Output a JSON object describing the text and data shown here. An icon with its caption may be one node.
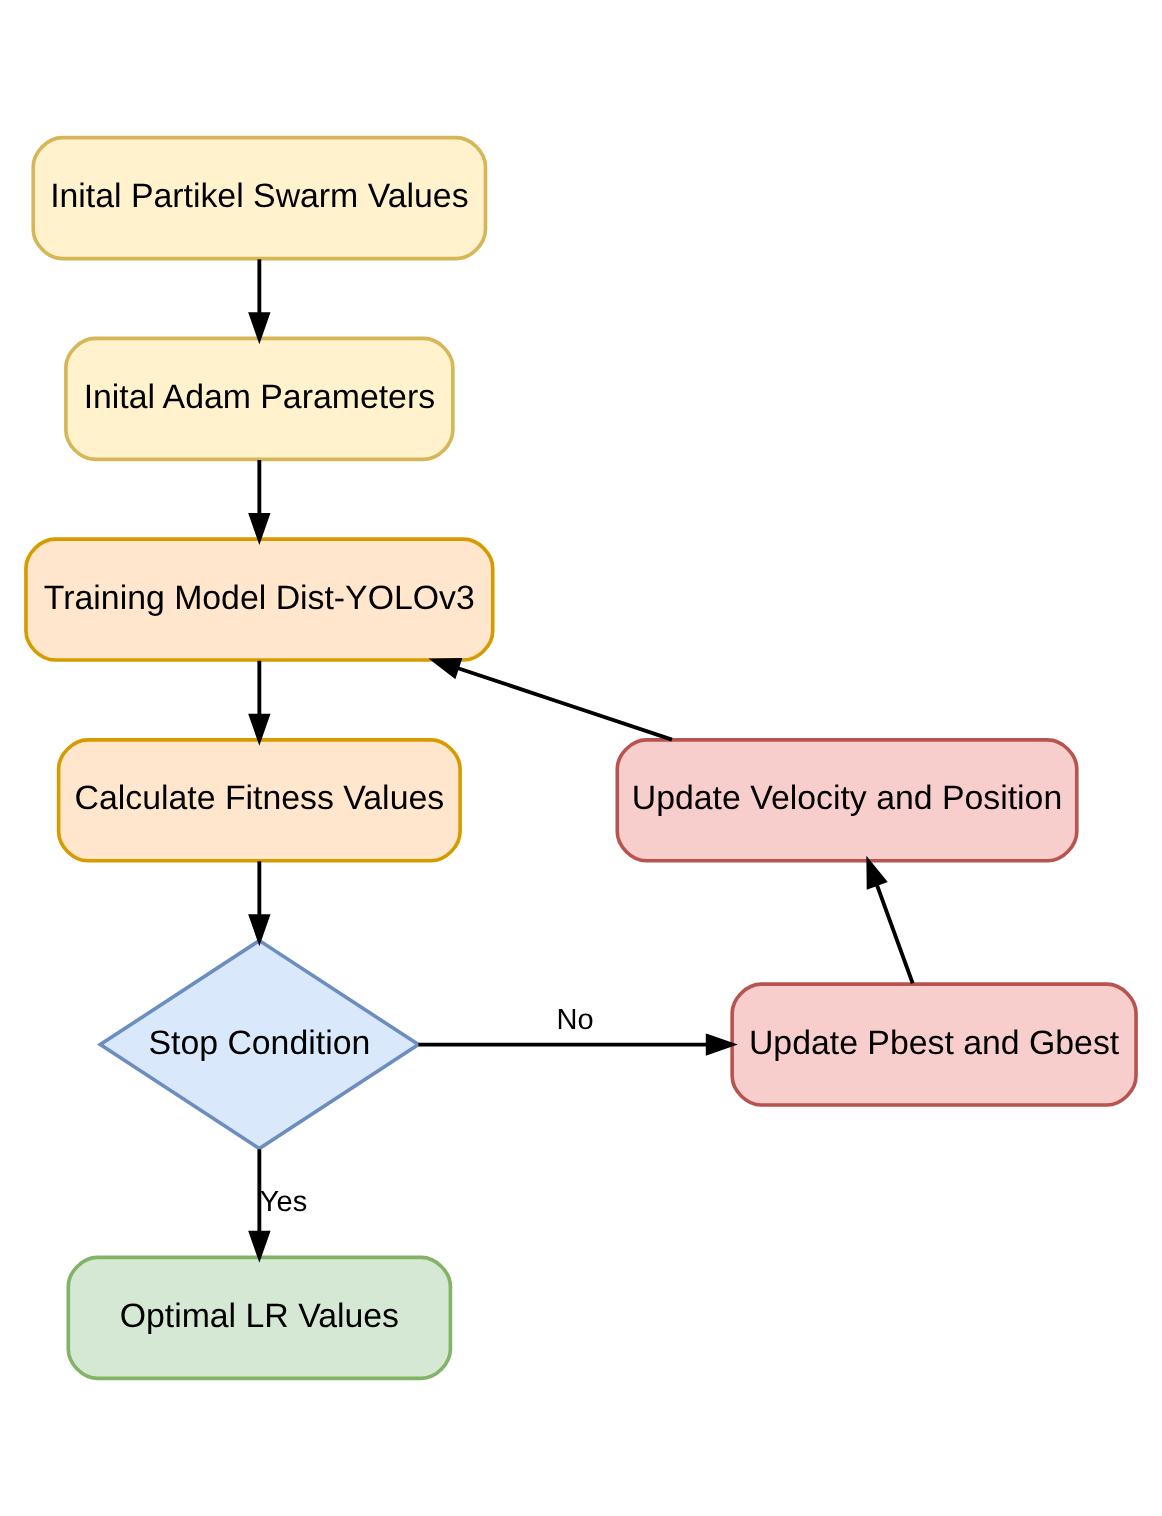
{
  "diagram": {
    "nodes": [
      {
        "text": [
          "Inital Partikel Swarm Values"
        ]
      },
      {
        "text": [
          "Inital Adam Parameters"
        ]
      },
      {
        "text": [
          "Training Model Dist-YOLOv3"
        ]
      },
      {
        "text": [
          "Calculate Fitness Values"
        ]
      },
      {
        "text": [
          "Stop Condition"
        ]
      },
      {
        "text": [
          "Update Pbest and Gbest"
        ]
      },
      {
        "text": [
          "Update Velocity and Position"
        ]
      },
      {
        "text": [
          "Optimal LR Values"
        ]
      }
    ],
    "edges": [
      {
        "from": 0,
        "to": 1,
        "arrow": "to"
      },
      {
        "from": 1,
        "to": 2,
        "arrow": "to"
      },
      {
        "from": 2,
        "to": 3,
        "arrow": "to"
      },
      {
        "from": 3,
        "to": 4,
        "arrow": "to"
      },
      {
        "from": 4,
        "to": 5,
        "arrow": "to",
        "label": "No"
      },
      {
        "from": 5,
        "to": 6,
        "arrow": "to"
      },
      {
        "from": 6,
        "to": 2,
        "arrow": "to"
      },
      {
        "from": 4,
        "to": 7,
        "arrow": "to",
        "label": "Yes"
      }
    ]
  }
}
